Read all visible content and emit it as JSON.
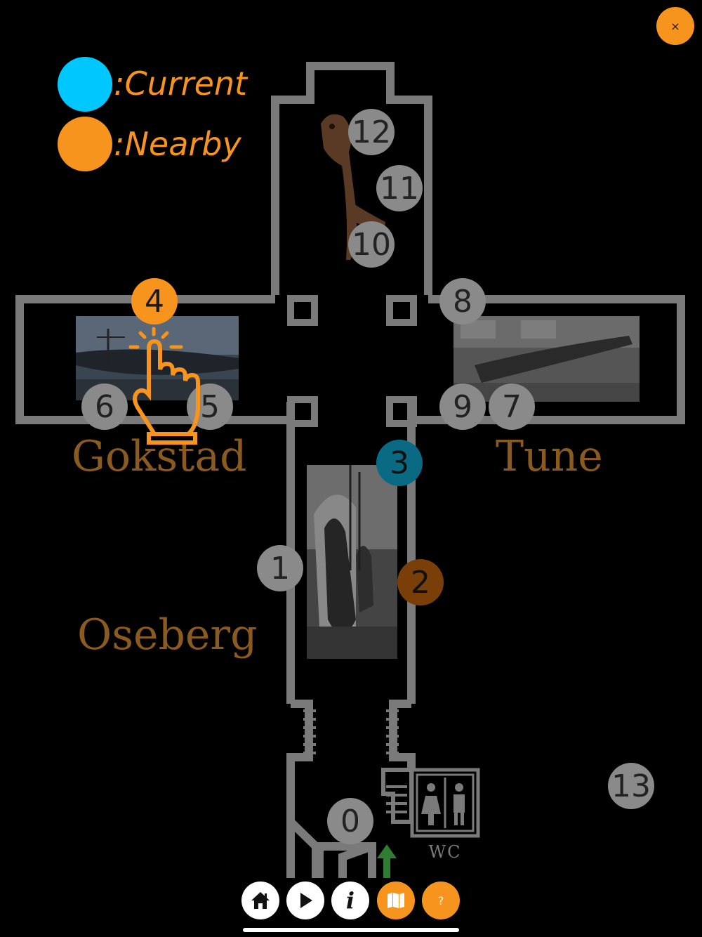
{
  "close_button": {
    "label": "×"
  },
  "legend": {
    "current": {
      "label": ":Current",
      "color": "#00c8ff"
    },
    "nearby": {
      "label": ":Nearby",
      "color": "#f7941d"
    }
  },
  "halls": {
    "gokstad": "Gokstad",
    "tune": "Tune",
    "oseberg": "Oseberg"
  },
  "exhibits": [
    {
      "id": "0",
      "label": "0",
      "status": "default"
    },
    {
      "id": "1",
      "label": "1",
      "status": "default"
    },
    {
      "id": "2",
      "label": "2",
      "status": "nearby"
    },
    {
      "id": "3",
      "label": "3",
      "status": "current"
    },
    {
      "id": "4",
      "label": "4",
      "status": "nearby-highlighted"
    },
    {
      "id": "5",
      "label": "5",
      "status": "default"
    },
    {
      "id": "6",
      "label": "6",
      "status": "default"
    },
    {
      "id": "7",
      "label": "7",
      "status": "default"
    },
    {
      "id": "8",
      "label": "8",
      "status": "default"
    },
    {
      "id": "9",
      "label": "9",
      "status": "default"
    },
    {
      "id": "10",
      "label": "10",
      "status": "default"
    },
    {
      "id": "11",
      "label": "11",
      "status": "default"
    },
    {
      "id": "12",
      "label": "12",
      "status": "default"
    },
    {
      "id": "13",
      "label": "13",
      "status": "default"
    }
  ],
  "wc": {
    "label": "WC"
  },
  "bottom_nav": {
    "home": {
      "icon": "home-icon"
    },
    "play": {
      "icon": "play-icon"
    },
    "info": {
      "icon": "info-icon",
      "label": "i"
    },
    "map": {
      "icon": "map-icon",
      "active": true
    },
    "help": {
      "icon": "help-icon",
      "label": "?"
    }
  },
  "colors": {
    "accent": "#f7941d",
    "current": "#0a6a84",
    "default_marker": "#8a8a8a",
    "walls": "#7a7a7a",
    "hall_label": "#8a5a1e",
    "entrance_arrow": "#2e7d32"
  }
}
